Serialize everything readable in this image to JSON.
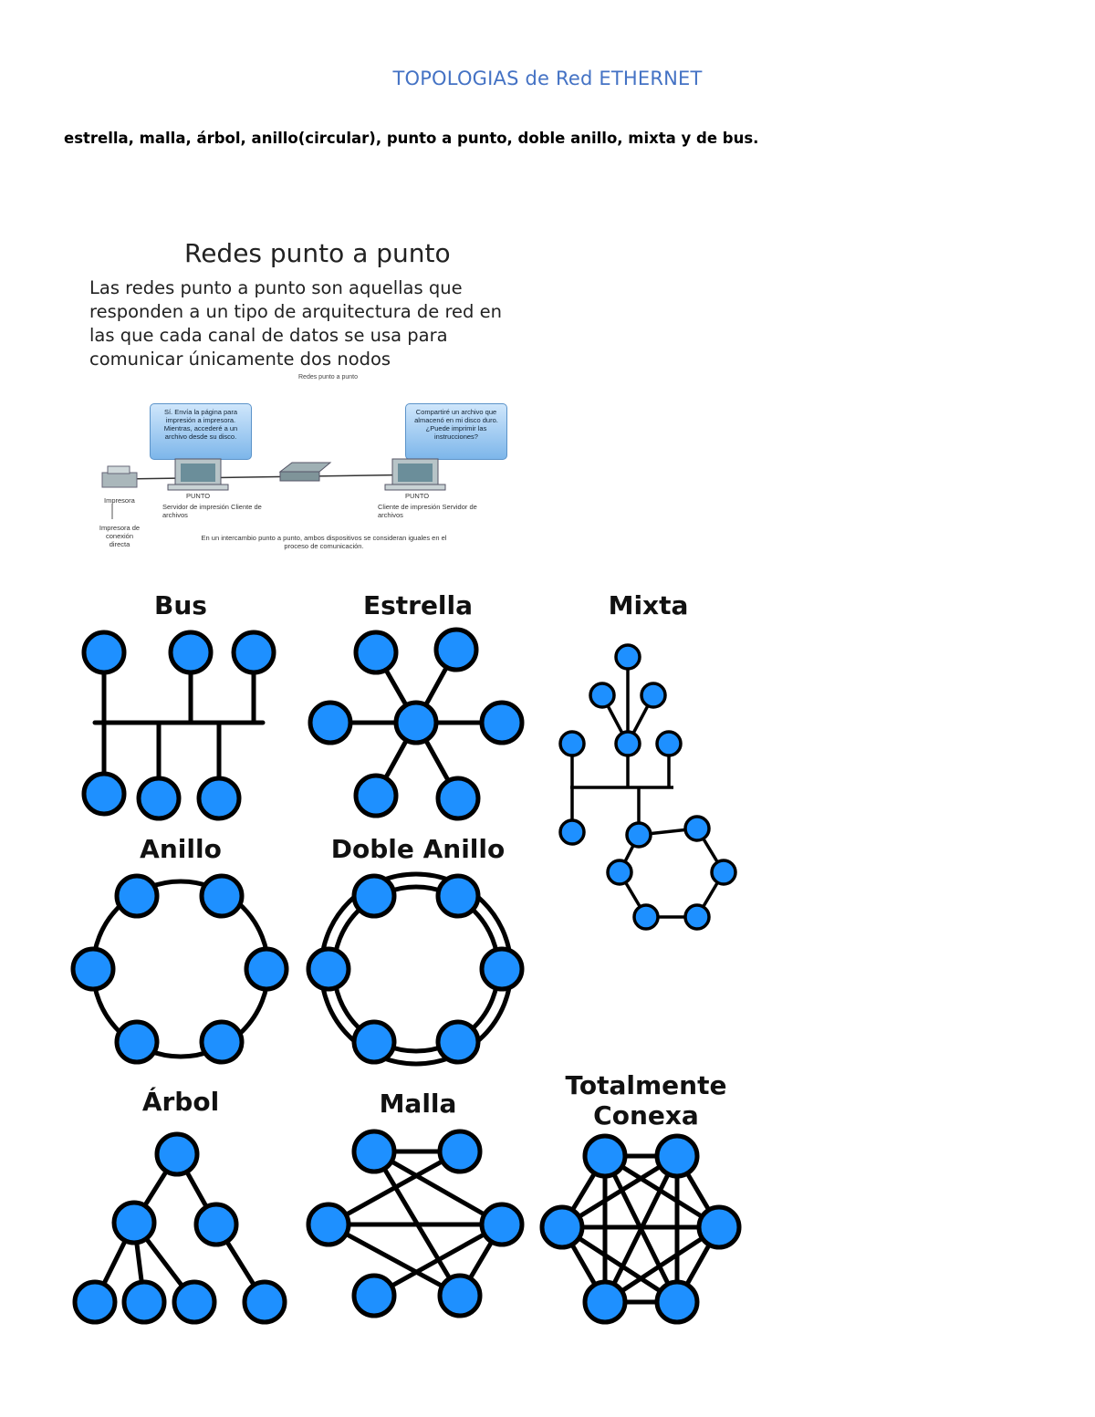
{
  "doc_title": "TOPOLOGIAS de Red ETHERNET",
  "topology_list": "estrella, malla, árbol, anillo(circular), punto a punto, doble anillo, mixta y de bus.",
  "p2p": {
    "heading": "Redes punto a punto",
    "description": "Las redes punto a punto son aquellas que responden a un tipo de arquitectura de red en las que cada canal de datos se usa para comunicar únicamente dos nodos",
    "caption": "Redes punto a punto",
    "bubble_left": "Sí. Envía la página para impresión a impresora. Mientras, accederé a un archivo desde su disco.",
    "bubble_right": "Compartiré un archivo que almacenó en mi disco duro. ¿Puede imprimir las instrucciones?",
    "printer_label": "Impresora",
    "printer_direct": "Impresora de conexión directa",
    "left_peer": "PUNTO",
    "left_roles": "Servidor de impresión Cliente de archivos",
    "right_peer": "PUNTO",
    "right_roles": "Cliente de impresión Servidor de archivos",
    "note": "En un intercambio punto a punto, ambos dispositivos se consideran iguales en el proceso de comunicación."
  },
  "topologies": {
    "bus": "Bus",
    "estrella": "Estrella",
    "mixta": "Mixta",
    "anillo": "Anillo",
    "doble_anillo": "Doble Anillo",
    "arbol": "Árbol",
    "malla": "Malla",
    "totalmente_conexa_1": "Totalmente",
    "totalmente_conexa_2": "Conexa"
  }
}
